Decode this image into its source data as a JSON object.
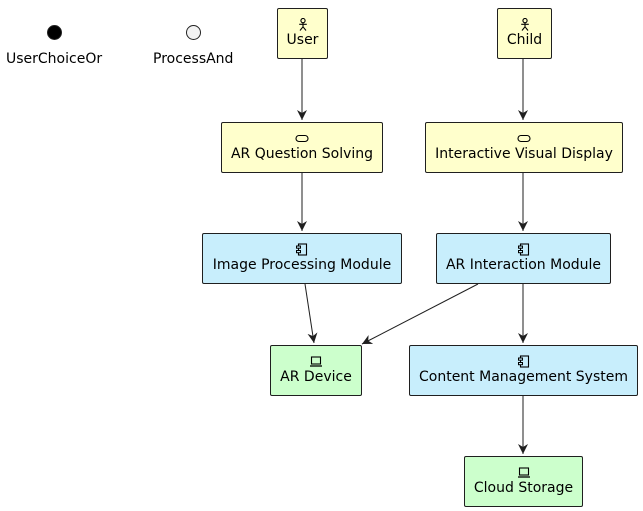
{
  "legend": {
    "items": [
      {
        "label": "UserChoiceOr",
        "fill": "#000000"
      },
      {
        "label": "ProcessAnd",
        "fill": "#f2f2f2"
      }
    ]
  },
  "nodes": {
    "user": {
      "label": "User",
      "icon": "actor-icon",
      "fill": "#ffffcc"
    },
    "child": {
      "label": "Child",
      "icon": "actor-icon",
      "fill": "#ffffcc"
    },
    "ar_question_solving": {
      "label": "AR Question Solving",
      "icon": "usecase-icon",
      "fill": "#ffffcc"
    },
    "interactive_visual_display": {
      "label": "Interactive Visual Display",
      "icon": "usecase-icon",
      "fill": "#ffffcc"
    },
    "image_processing_module": {
      "label": "Image Processing Module",
      "icon": "component-icon",
      "fill": "#c8eefc"
    },
    "ar_interaction_module": {
      "label": "AR Interaction Module",
      "icon": "component-icon",
      "fill": "#c8eefc"
    },
    "ar_device": {
      "label": "AR Device",
      "icon": "device-icon",
      "fill": "#ccffcc"
    },
    "content_management_system": {
      "label": "Content Management System",
      "icon": "component-icon",
      "fill": "#c8eefc"
    },
    "cloud_storage": {
      "label": "Cloud Storage",
      "icon": "device-icon",
      "fill": "#ccffcc"
    }
  },
  "edges": [
    {
      "from": "User",
      "to": "AR Question Solving"
    },
    {
      "from": "AR Question Solving",
      "to": "Image Processing Module"
    },
    {
      "from": "Image Processing Module",
      "to": "AR Device"
    },
    {
      "from": "Child",
      "to": "Interactive Visual Display"
    },
    {
      "from": "Interactive Visual Display",
      "to": "AR Interaction Module"
    },
    {
      "from": "AR Interaction Module",
      "to": "AR Device"
    },
    {
      "from": "AR Interaction Module",
      "to": "Content Management System"
    },
    {
      "from": "Content Management System",
      "to": "Cloud Storage"
    }
  ],
  "colors": {
    "edge": "#1f1f1f",
    "border": "#1f1f1f"
  }
}
